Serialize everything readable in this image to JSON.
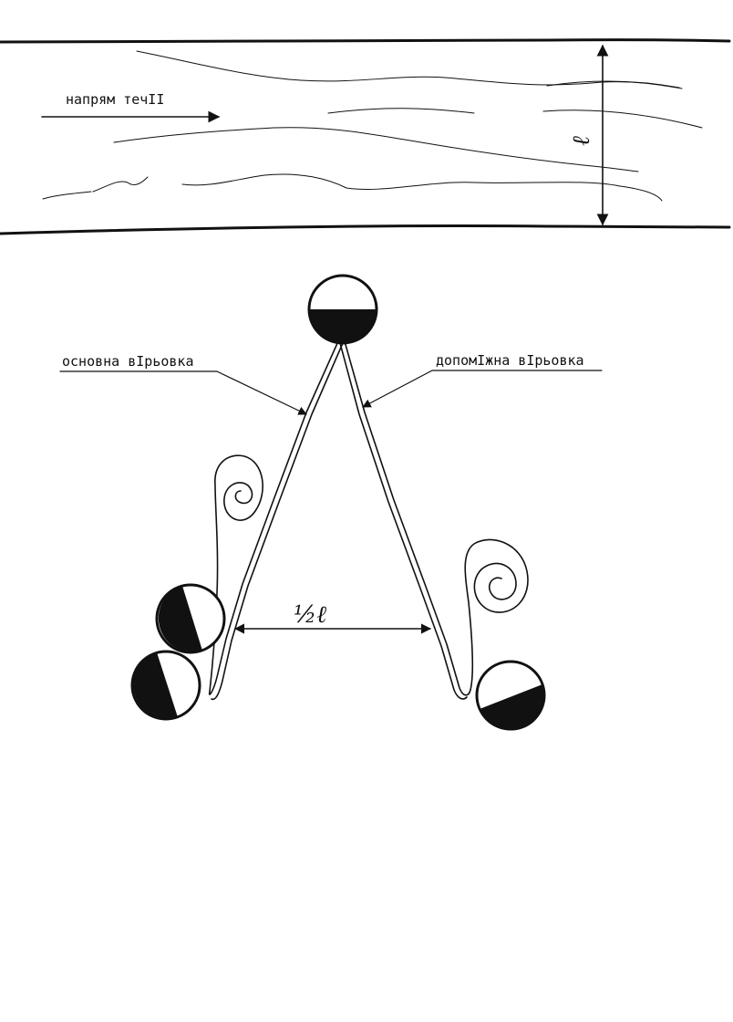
{
  "river": {
    "flow_label": "напрям течII",
    "width_symbol": "ℓ"
  },
  "labels": {
    "main_rope": "основна вIрьовка",
    "aux_rope": "допомIжна вIрьовка",
    "half_width": "½ℓ"
  },
  "colors": {
    "ink": "#111111",
    "paper": "#ffffff"
  }
}
